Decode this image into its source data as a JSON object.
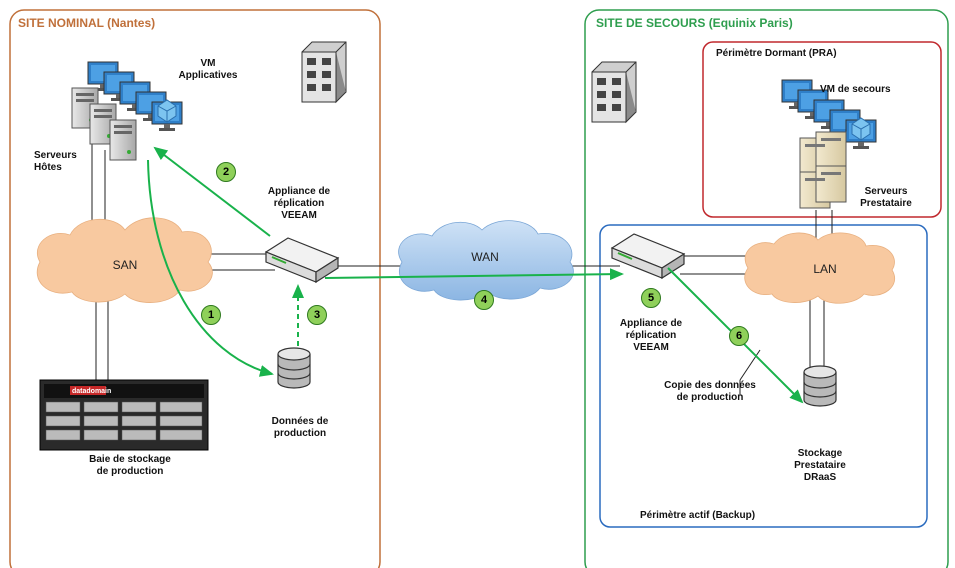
{
  "sites": {
    "nominal": {
      "title": "SITE NOMINAL (Nantes)",
      "color": "#c0703a"
    },
    "secours": {
      "title": "SITE DE SECOURS (Equinix Paris)",
      "color": "#2e9e4e"
    }
  },
  "zones": {
    "dormant": {
      "title": "Périmètre Dormant (PRA)",
      "color": "#c0282d"
    },
    "actif": {
      "title": "Périmètre actif (Backup)",
      "color": "#2a6bbf"
    }
  },
  "labels": {
    "vm_applicatives": "VM\nApplicatives",
    "serveurs_hotes": "Serveurs\nHôtes",
    "appliance_left": "Appliance de\nréplication\nVEEAM",
    "appliance_right": "Appliance de\nréplication\nVEEAM",
    "baie": "Baie de stockage\nde production",
    "donnees": "Données de\nproduction",
    "vm_secours": "VM de secours",
    "serveurs_prestataire": "Serveurs\nPrestataire",
    "copie": "Copie des données\nde production",
    "stockage": "Stockage\nPrestataire\nDRaaS"
  },
  "clouds": {
    "san": "SAN",
    "wan": "WAN",
    "lan": "LAN"
  },
  "steps": [
    "1",
    "2",
    "3",
    "4",
    "5",
    "6"
  ],
  "array_brand": "datadomain",
  "icons": [
    "building-icon",
    "monitor-icon",
    "server-tower-icon",
    "database-icon",
    "appliance-icon",
    "cloud-icon",
    "storage-array-icon"
  ],
  "colors": {
    "arrow": "#19b24b",
    "badge": "#8fd05a",
    "cloud": "#f8c9a0",
    "wan_cloud": "#9cc3ea"
  }
}
